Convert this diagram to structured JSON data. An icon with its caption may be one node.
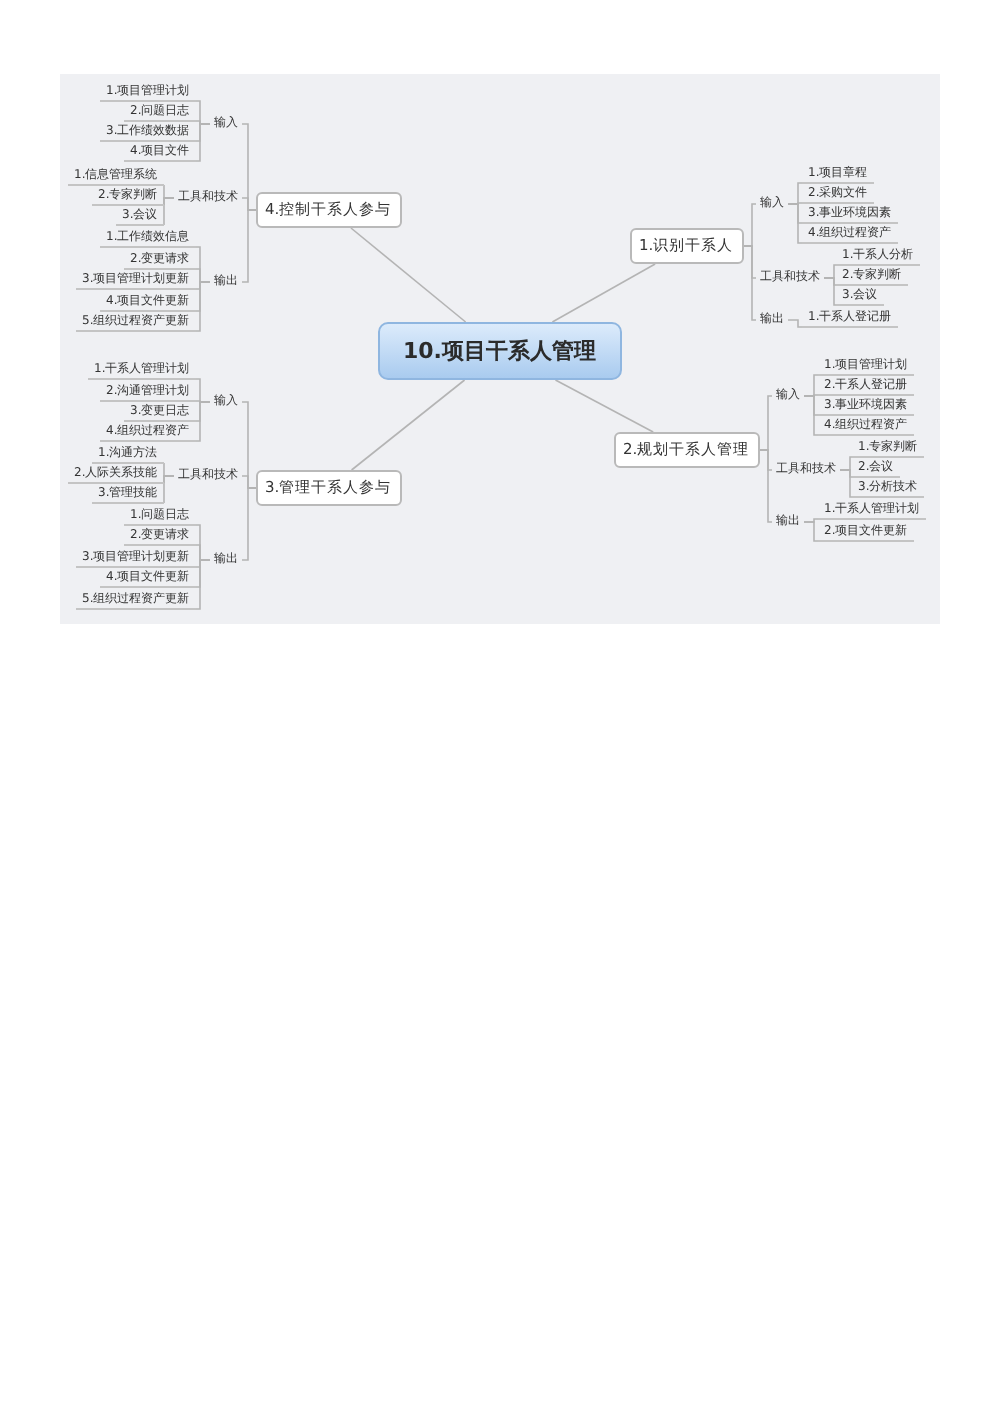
{
  "diagram": {
    "nodes": [
      {
        "text": [
          "10.项目干系人管理"
        ]
      },
      {
        "text": [
          "1.识别干系人"
        ]
      },
      {
        "text": [
          "输入"
        ]
      },
      {
        "text": [
          "1.项目章程"
        ]
      },
      {
        "text": [
          "2.采购文件"
        ]
      },
      {
        "text": [
          "3.事业环境因素"
        ]
      },
      {
        "text": [
          "4.组织过程资产"
        ]
      },
      {
        "text": [
          "工具和技术"
        ]
      },
      {
        "text": [
          "1.干系人分析"
        ]
      },
      {
        "text": [
          "2.专家判断"
        ]
      },
      {
        "text": [
          "3.会议"
        ]
      },
      {
        "text": [
          "输出"
        ]
      },
      {
        "text": [
          "1.干系人登记册"
        ]
      },
      {
        "text": [
          "2.规划干系人管理"
        ]
      },
      {
        "text": [
          "输入"
        ]
      },
      {
        "text": [
          "1.项目管理计划"
        ]
      },
      {
        "text": [
          "2.干系人登记册"
        ]
      },
      {
        "text": [
          "3.事业环境因素"
        ]
      },
      {
        "text": [
          "4.组织过程资产"
        ]
      },
      {
        "text": [
          "工具和技术"
        ]
      },
      {
        "text": [
          "1.专家判断"
        ]
      },
      {
        "text": [
          "2.会议"
        ]
      },
      {
        "text": [
          "3.分析技术"
        ]
      },
      {
        "text": [
          "输出"
        ]
      },
      {
        "text": [
          "1.干系人管理计划"
        ]
      },
      {
        "text": [
          "2.项目文件更新"
        ]
      },
      {
        "text": [
          "3.管理干系人参与"
        ]
      },
      {
        "text": [
          "输入"
        ]
      },
      {
        "text": [
          "1.干系人管理计划"
        ]
      },
      {
        "text": [
          "2.沟通管理计划"
        ]
      },
      {
        "text": [
          "3.变更日志"
        ]
      },
      {
        "text": [
          "4.组织过程资产"
        ]
      },
      {
        "text": [
          "工具和技术"
        ]
      },
      {
        "text": [
          "1.沟通方法"
        ]
      },
      {
        "text": [
          "2.人际关系技能"
        ]
      },
      {
        "text": [
          "3.管理技能"
        ]
      },
      {
        "text": [
          "输出"
        ]
      },
      {
        "text": [
          "1.问题日志"
        ]
      },
      {
        "text": [
          "2.变更请求"
        ]
      },
      {
        "text": [
          "3.项目管理计划更新"
        ]
      },
      {
        "text": [
          "4.项目文件更新"
        ]
      },
      {
        "text": [
          "5.组织过程资产更新"
        ]
      },
      {
        "text": [
          "4.控制干系人参与"
        ]
      },
      {
        "text": [
          "输入"
        ]
      },
      {
        "text": [
          "1.项目管理计划"
        ]
      },
      {
        "text": [
          "2.问题日志"
        ]
      },
      {
        "text": [
          "3.工作绩效数据"
        ]
      },
      {
        "text": [
          "4.项目文件"
        ]
      },
      {
        "text": [
          "工具和技术"
        ]
      },
      {
        "text": [
          "1.信息管理系统"
        ]
      },
      {
        "text": [
          "2.专家判断"
        ]
      },
      {
        "text": [
          "3.会议"
        ]
      },
      {
        "text": [
          "输出"
        ]
      },
      {
        "text": [
          "1.工作绩效信息"
        ]
      },
      {
        "text": [
          "2.变更请求"
        ]
      },
      {
        "text": [
          "3.项目管理计划更新"
        ]
      },
      {
        "text": [
          "4.项目文件更新"
        ]
      },
      {
        "text": [
          "5.组织过程资产更新"
        ]
      }
    ],
    "edges": [
      {
        "from": 0,
        "to": 1,
        "arrow": "none"
      },
      {
        "from": 1,
        "to": 2,
        "arrow": "none"
      },
      {
        "from": 2,
        "to": 3,
        "arrow": "none"
      },
      {
        "from": 2,
        "to": 4,
        "arrow": "none"
      },
      {
        "from": 2,
        "to": 5,
        "arrow": "none"
      },
      {
        "from": 2,
        "to": 6,
        "arrow": "none"
      },
      {
        "from": 1,
        "to": 7,
        "arrow": "none"
      },
      {
        "from": 7,
        "to": 8,
        "arrow": "none"
      },
      {
        "from": 7,
        "to": 9,
        "arrow": "none"
      },
      {
        "from": 7,
        "to": 10,
        "arrow": "none"
      },
      {
        "from": 1,
        "to": 11,
        "arrow": "none"
      },
      {
        "from": 11,
        "to": 12,
        "arrow": "none"
      },
      {
        "from": 0,
        "to": 13,
        "arrow": "none"
      },
      {
        "from": 13,
        "to": 14,
        "arrow": "none"
      },
      {
        "from": 14,
        "to": 15,
        "arrow": "none"
      },
      {
        "from": 14,
        "to": 16,
        "arrow": "none"
      },
      {
        "from": 14,
        "to": 17,
        "arrow": "none"
      },
      {
        "from": 14,
        "to": 18,
        "arrow": "none"
      },
      {
        "from": 13,
        "to": 19,
        "arrow": "none"
      },
      {
        "from": 19,
        "to": 20,
        "arrow": "none"
      },
      {
        "from": 19,
        "to": 21,
        "arrow": "none"
      },
      {
        "from": 19,
        "to": 22,
        "arrow": "none"
      },
      {
        "from": 13,
        "to": 23,
        "arrow": "none"
      },
      {
        "from": 23,
        "to": 24,
        "arrow": "none"
      },
      {
        "from": 23,
        "to": 25,
        "arrow": "none"
      },
      {
        "from": 0,
        "to": 26,
        "arrow": "none"
      },
      {
        "from": 26,
        "to": 27,
        "arrow": "none"
      },
      {
        "from": 27,
        "to": 28,
        "arrow": "none"
      },
      {
        "from": 27,
        "to": 29,
        "arrow": "none"
      },
      {
        "from": 27,
        "to": 30,
        "arrow": "none"
      },
      {
        "from": 27,
        "to": 31,
        "arrow": "none"
      },
      {
        "from": 26,
        "to": 32,
        "arrow": "none"
      },
      {
        "from": 32,
        "to": 33,
        "arrow": "none"
      },
      {
        "from": 32,
        "to": 34,
        "arrow": "none"
      },
      {
        "from": 32,
        "to": 35,
        "arrow": "none"
      },
      {
        "from": 26,
        "to": 36,
        "arrow": "none"
      },
      {
        "from": 36,
        "to": 37,
        "arrow": "none"
      },
      {
        "from": 36,
        "to": 38,
        "arrow": "none"
      },
      {
        "from": 36,
        "to": 39,
        "arrow": "none"
      },
      {
        "from": 36,
        "to": 40,
        "arrow": "none"
      },
      {
        "from": 36,
        "to": 41,
        "arrow": "none"
      },
      {
        "from": 0,
        "to": 42,
        "arrow": "none"
      },
      {
        "from": 42,
        "to": 43,
        "arrow": "none"
      },
      {
        "from": 43,
        "to": 44,
        "arrow": "none"
      },
      {
        "from": 43,
        "to": 45,
        "arrow": "none"
      },
      {
        "from": 43,
        "to": 46,
        "arrow": "none"
      },
      {
        "from": 43,
        "to": 47,
        "arrow": "none"
      },
      {
        "from": 42,
        "to": 48,
        "arrow": "none"
      },
      {
        "from": 48,
        "to": 49,
        "arrow": "none"
      },
      {
        "from": 48,
        "to": 50,
        "arrow": "none"
      },
      {
        "from": 48,
        "to": 51,
        "arrow": "none"
      },
      {
        "from": 42,
        "to": 52,
        "arrow": "none"
      },
      {
        "from": 52,
        "to": 53,
        "arrow": "none"
      },
      {
        "from": 52,
        "to": 54,
        "arrow": "none"
      },
      {
        "from": 52,
        "to": 55,
        "arrow": "none"
      },
      {
        "from": 52,
        "to": 56,
        "arrow": "none"
      },
      {
        "from": 52,
        "to": 57,
        "arrow": "none"
      }
    ]
  }
}
